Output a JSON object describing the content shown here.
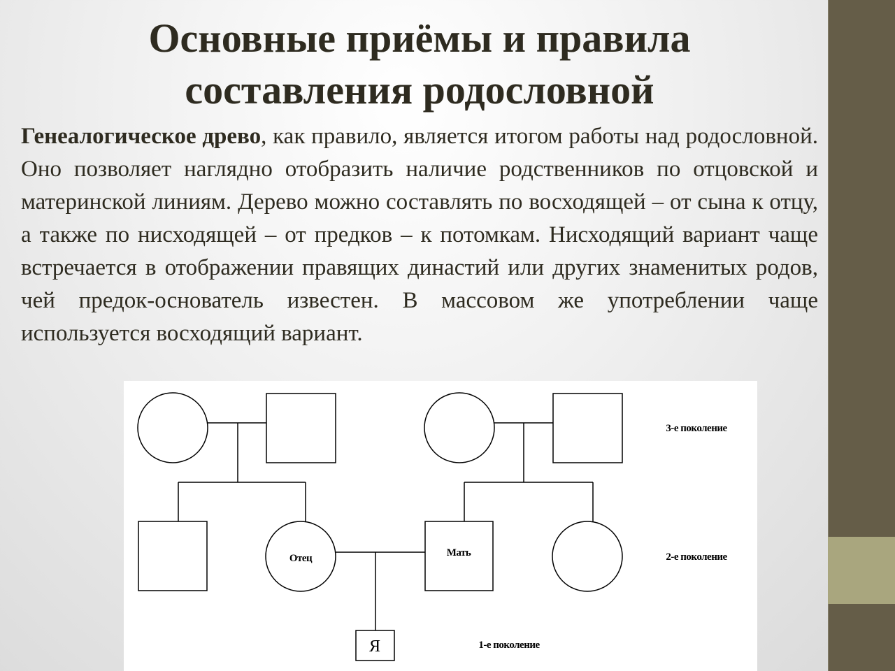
{
  "slide": {
    "title_line1": "Основные приёмы и правила",
    "title_line2": "составления родословной",
    "body_bold": "Генеалогическое древо",
    "body_rest": ",  как правило, является итогом работы над родословной. Оно позволяет наглядно отобразить наличие родственников по отцовской и материнской линиям. Дерево можно составлять по восходящей – от сына к отцу, а также по нисходящей – от предков – к потомкам. Нисходящий вариант чаще встречается в отображении правящих династий или других знаменитых родов, чей предок-основатель известен. В массовом же употреблении чаще используется восходящий вариант."
  },
  "diagram": {
    "father_label": "Отец",
    "mother_label": "Мать",
    "self_label": "Я",
    "gen3_label": "3-е поколение",
    "gen2_label": "2-е поколение",
    "gen1_label": "1-е поколение"
  },
  "colors": {
    "sidebar": "#655d48",
    "accent": "#a9a67e",
    "text": "#2e2b20"
  }
}
